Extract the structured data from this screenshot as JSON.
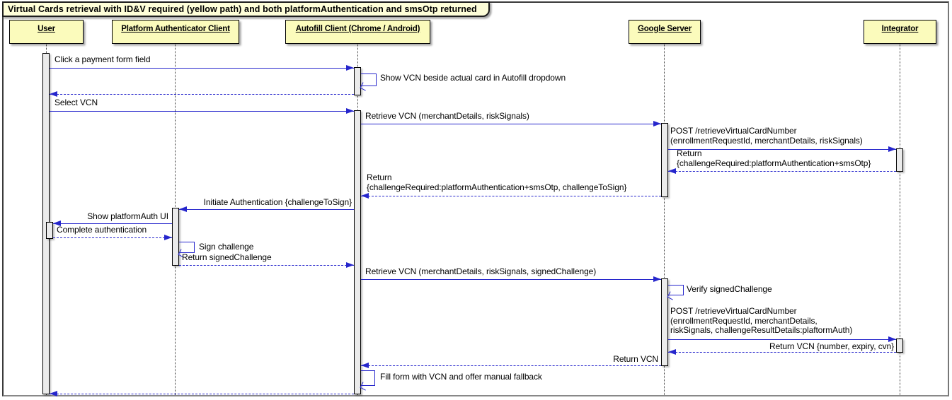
{
  "diagram_type": "uml-sequence",
  "title": "Virtual Cards retrieval with ID&V required (yellow path) and both platformAuthentication and smsOtp returned",
  "colors": {
    "participant_fill": "#fbfbbc",
    "title_fill": "#fefed8",
    "arrow": "#2626cc",
    "activation_fill": "#ebebeb",
    "lifeline": "#3c3c3c",
    "background": "#ffffff"
  },
  "participants": [
    {
      "name": "User"
    },
    {
      "name": "Platform Authenticator Client"
    },
    {
      "name": "Autofill Client (Chrome / Android)"
    },
    {
      "name": "Google Server"
    },
    {
      "name": "Integrator"
    }
  ],
  "messages": [
    {
      "from": "User",
      "to": "Autofill Client (Chrome / Android)",
      "style": "solid",
      "text": "Click a payment form field"
    },
    {
      "from": "Autofill Client (Chrome / Android)",
      "to": "Autofill Client (Chrome / Android)",
      "style": "self",
      "text": "Show VCN beside actual card in Autofill dropdown"
    },
    {
      "from": "Autofill Client (Chrome / Android)",
      "to": "User",
      "style": "dashed",
      "text": ""
    },
    {
      "from": "User",
      "to": "Autofill Client (Chrome / Android)",
      "style": "solid",
      "text": "Select VCN"
    },
    {
      "from": "Autofill Client (Chrome / Android)",
      "to": "Google Server",
      "style": "solid",
      "text": "Retrieve VCN (merchantDetails, riskSignals)"
    },
    {
      "from": "Google Server",
      "to": "Integrator",
      "style": "solid",
      "lines": [
        "POST /retrieveVirtualCardNumber",
        "(enrollmentRequestId, merchantDetails, riskSignals)"
      ]
    },
    {
      "from": "Integrator",
      "to": "Google Server",
      "style": "dashed",
      "lines": [
        "Return",
        "{challengeRequired:platformAuthentication+smsOtp}"
      ]
    },
    {
      "from": "Google Server",
      "to": "Autofill Client (Chrome / Android)",
      "style": "dashed",
      "lines": [
        "Return",
        "{challengeRequired:platformAuthentication+smsOtp, challengeToSign}"
      ]
    },
    {
      "from": "Autofill Client (Chrome / Android)",
      "to": "Platform Authenticator Client",
      "style": "solid",
      "text": "Initiate Authentication {challengeToSign}"
    },
    {
      "from": "Platform Authenticator Client",
      "to": "User",
      "style": "solid",
      "text": "Show platformAuth UI"
    },
    {
      "from": "User",
      "to": "Platform Authenticator Client",
      "style": "dashed",
      "text": "Complete authentication"
    },
    {
      "from": "Platform Authenticator Client",
      "to": "Platform Authenticator Client",
      "style": "self",
      "text": "Sign challenge"
    },
    {
      "from": "Platform Authenticator Client",
      "to": "Autofill Client (Chrome / Android)",
      "style": "dashed",
      "text": "Return signedChallenge"
    },
    {
      "from": "Autofill Client (Chrome / Android)",
      "to": "Google Server",
      "style": "solid",
      "text": "Retrieve VCN (merchantDetails, riskSignals, signedChallenge)"
    },
    {
      "from": "Google Server",
      "to": "Google Server",
      "style": "self",
      "text": "Verify signedChallenge"
    },
    {
      "from": "Google Server",
      "to": "Integrator",
      "style": "solid",
      "lines": [
        "POST /retrieveVirtualCardNumber",
        "(enrollmentRequestId, merchantDetails,",
        "riskSignals, challengeResultDetails:plaftormAuth)"
      ]
    },
    {
      "from": "Integrator",
      "to": "Google Server",
      "style": "dashed",
      "text": "Return VCN {number, expiry, cvn}"
    },
    {
      "from": "Google Server",
      "to": "Autofill Client (Chrome / Android)",
      "style": "dashed",
      "text": "Return VCN"
    },
    {
      "from": "Autofill Client (Chrome / Android)",
      "to": "Autofill Client (Chrome / Android)",
      "style": "self",
      "text": "Fill form with VCN and offer manual fallback"
    },
    {
      "from": "Autofill Client (Chrome / Android)",
      "to": "User",
      "style": "dashed",
      "text": ""
    }
  ]
}
